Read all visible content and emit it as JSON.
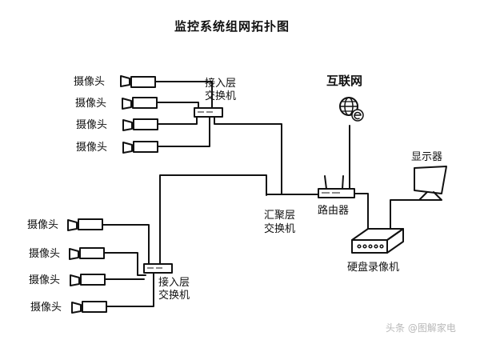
{
  "title": "监控系统组网拓扑图",
  "labels": {
    "camera": "摄像头",
    "access_switch_line1": "接入层",
    "access_switch_line2": "交换机",
    "aggregation_switch_line1": "汇聚层",
    "aggregation_switch_line2": "交换机",
    "internet": "互联网",
    "router": "路由器",
    "display": "显示器",
    "nvr": "硬盘录像机"
  },
  "watermark": "头条 @图解家电",
  "icons": [
    "camera-icon",
    "switch-icon",
    "router-icon",
    "globe-icon",
    "monitor-icon",
    "nvr-icon"
  ],
  "colors": {
    "line": "#111111",
    "background": "#ffffff",
    "watermark": "#b8b8b8"
  }
}
